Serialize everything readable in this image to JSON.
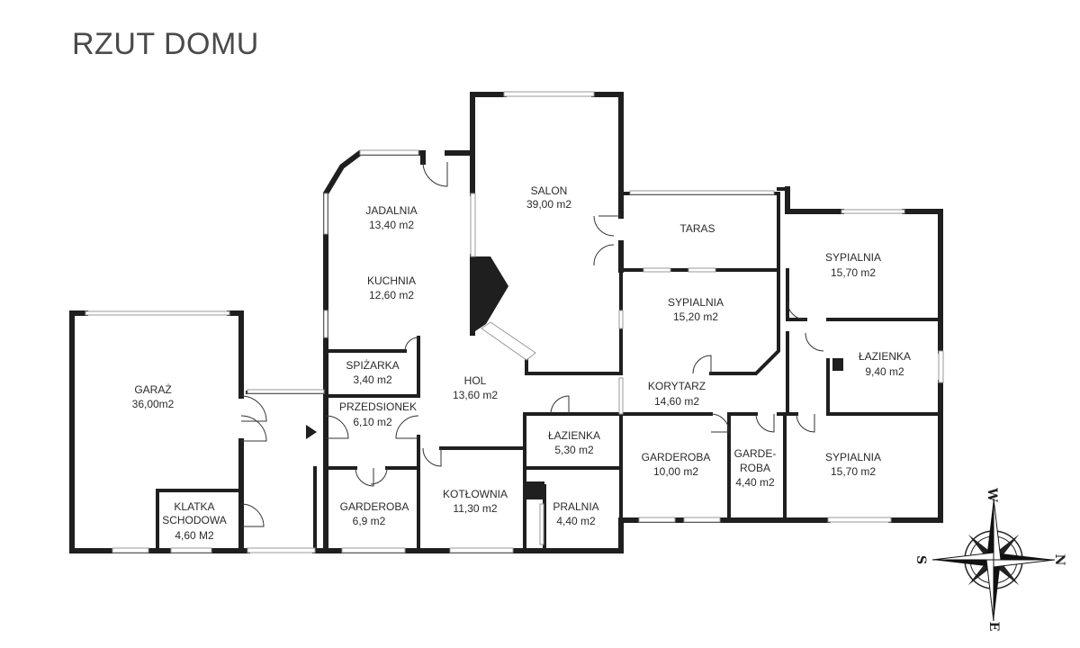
{
  "title": "RZUT DOMU",
  "rooms": [
    {
      "id": "garaz",
      "name": "GARAŻ",
      "area": "36,00m2"
    },
    {
      "id": "klatka",
      "name": "KLATKA",
      "name2": "SCHODOWA",
      "area": "4,60 M2"
    },
    {
      "id": "jadalnia",
      "name": "JADALNIA",
      "area": "13,40 m2"
    },
    {
      "id": "kuchnia",
      "name": "KUCHNIA",
      "area": "12,60 m2"
    },
    {
      "id": "spizarka",
      "name": "SPIŻARKA",
      "area": "3,40 m2"
    },
    {
      "id": "przedsionek",
      "name": "PRZEDSIONEK",
      "area": "6,10 m2"
    },
    {
      "id": "garderoba1",
      "name": "GARDEROBA",
      "area": "6,9 m2"
    },
    {
      "id": "salon",
      "name": "SALON",
      "area": "39,00 m2"
    },
    {
      "id": "hol",
      "name": "HOL",
      "area": "13,60 m2"
    },
    {
      "id": "kotlownia",
      "name": "KOTŁOWNIA",
      "area": "11,30 m2"
    },
    {
      "id": "lazienka1",
      "name": "ŁAZIENKA",
      "area": "5,30 m2"
    },
    {
      "id": "pralnia",
      "name": "PRALNIA",
      "area": "4,40 m2"
    },
    {
      "id": "taras",
      "name": "TARAS",
      "area": ""
    },
    {
      "id": "sypialnia1",
      "name": "SYPIALNIA",
      "area": "15,20 m2"
    },
    {
      "id": "korytarz",
      "name": "KORYTARZ",
      "area": "14,60 m2"
    },
    {
      "id": "garderoba2",
      "name": "GARDEROBA",
      "area": "10,00 m2"
    },
    {
      "id": "garderoba3",
      "name": "GARDE-",
      "name2": "ROBA",
      "area": "4,40 m2"
    },
    {
      "id": "sypialnia2",
      "name": "SYPIALNIA",
      "area": "15,70 m2"
    },
    {
      "id": "lazienka2",
      "name": "ŁAZIENKA",
      "area": "9,40 m2"
    },
    {
      "id": "sypialnia3",
      "name": "SYPIALNIA",
      "area": "15,70 m2"
    }
  ],
  "compass": {
    "n": "N",
    "s": "S",
    "e": "E",
    "w": "W"
  },
  "colors": {
    "wall": "#1f1f1f",
    "window": "#9a9a9a",
    "text": "#2b2b2b"
  }
}
